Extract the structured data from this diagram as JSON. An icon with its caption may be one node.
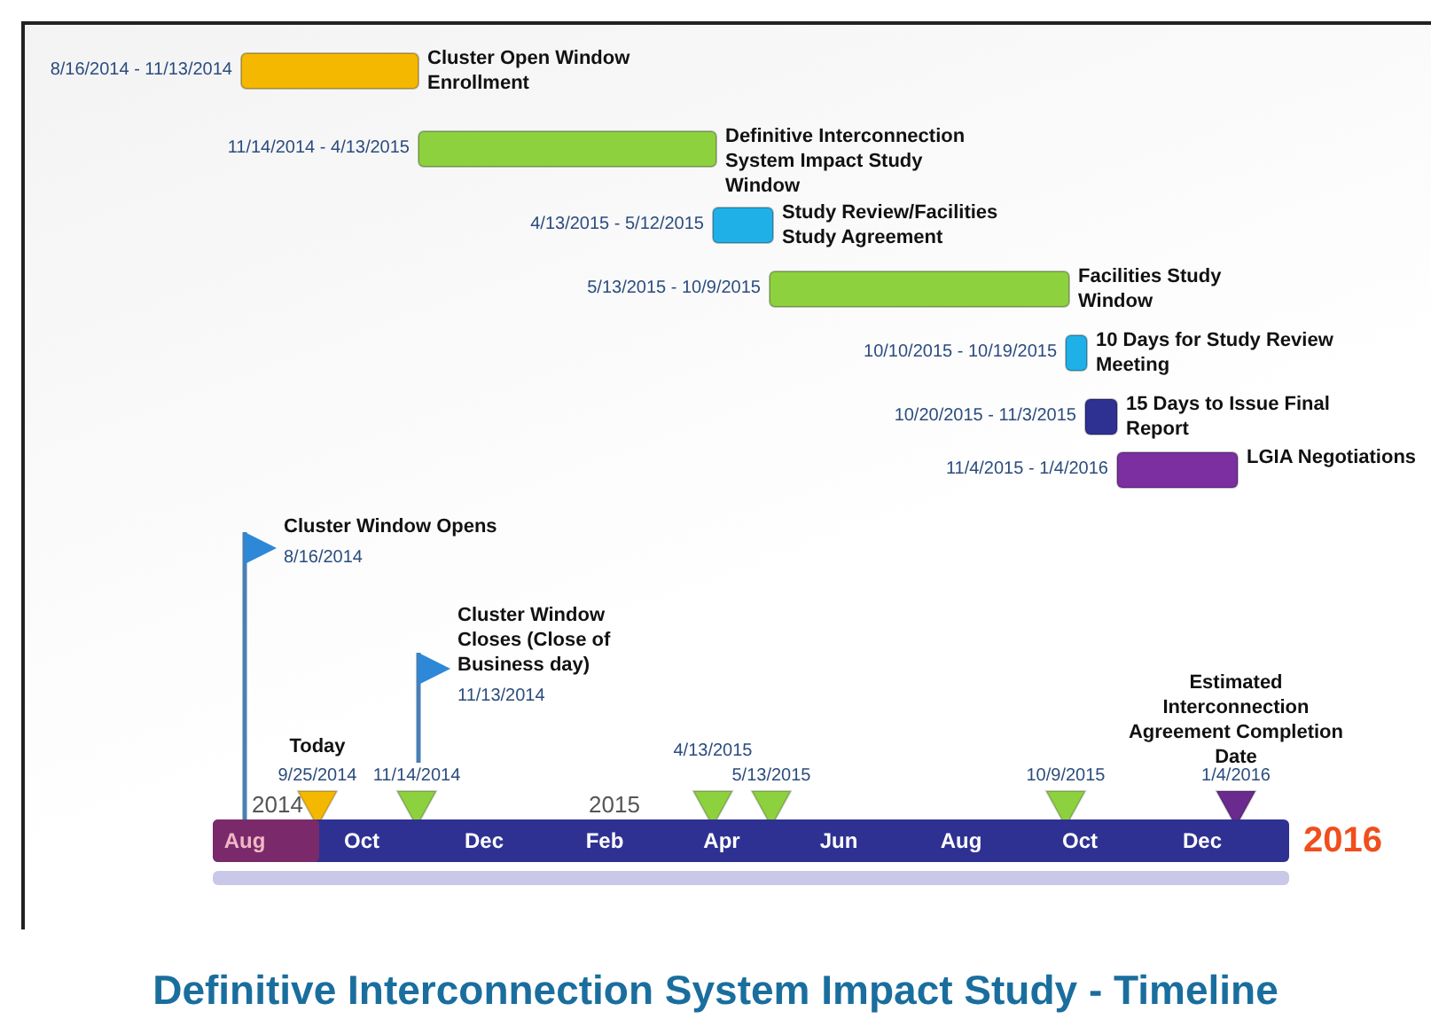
{
  "diagram": {
    "title": "Definitive Interconnection System Impact Study - Timeline",
    "nodes": [
      {
        "text": [
          "Cluster Open Window Enrollment"
        ],
        "beside": [
          "8/16/2014 - 11/13/2014"
        ]
      },
      {
        "text": [
          "Definitive Interconnection System Impact Study Window"
        ],
        "beside": [
          "11/14/2014 - 4/13/2015"
        ]
      },
      {
        "text": [
          "Study Review/Facilities Study Agreement"
        ],
        "beside": [
          "4/13/2015 - 5/12/2015"
        ]
      },
      {
        "text": [
          "Facilities Study Window"
        ],
        "beside": [
          "5/13/2015 - 10/9/2015"
        ]
      },
      {
        "text": [
          "10 Days for Study Review Meeting"
        ],
        "beside": [
          "10/10/2015 - 10/19/2015"
        ]
      },
      {
        "text": [
          "15 Days to Issue Final Report"
        ],
        "beside": [
          "10/20/2015 - 11/3/2015"
        ]
      },
      {
        "text": [
          "LGIA Negotiations"
        ],
        "beside": [
          "11/4/2015 - 1/4/2016"
        ]
      },
      {
        "text": [
          "Cluster Window Opens",
          "8/16/2014"
        ]
      },
      {
        "text": [
          "Cluster Window Closes (Close of Business day)",
          "11/13/2014"
        ]
      },
      {
        "text": [
          "Today",
          "9/25/2014"
        ]
      },
      {
        "text": [
          "11/14/2014"
        ]
      },
      {
        "text": [
          "4/13/2015"
        ]
      },
      {
        "text": [
          "5/13/2015"
        ]
      },
      {
        "text": [
          "10/9/2015"
        ]
      },
      {
        "text": [
          "Estimated Interconnection Agreement Completion Date",
          "1/4/2016"
        ]
      }
    ],
    "labels": [
      "2014",
      "2015",
      "Aug",
      "Oct",
      "Dec",
      "Feb",
      "Apr",
      "Jun",
      "Aug",
      "Oct",
      "Dec",
      "2016"
    ]
  }
}
